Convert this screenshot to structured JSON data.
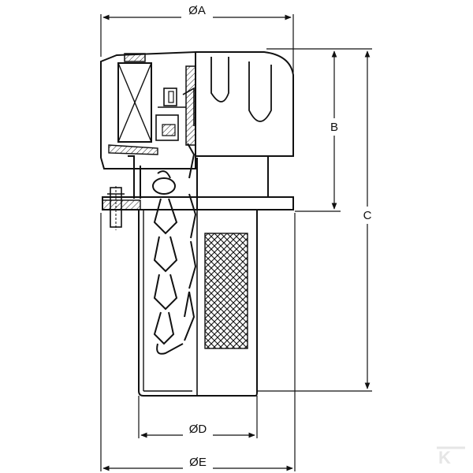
{
  "dimensions": {
    "diameter_a": "ØA",
    "height_b": "B",
    "height_c": "C",
    "diameter_d": "ØD",
    "diameter_e": "ØE"
  },
  "watermark": {
    "logo_text": "K"
  },
  "colors": {
    "line": "#111111",
    "background": "#ffffff",
    "watermark": "#e6e6e6"
  }
}
